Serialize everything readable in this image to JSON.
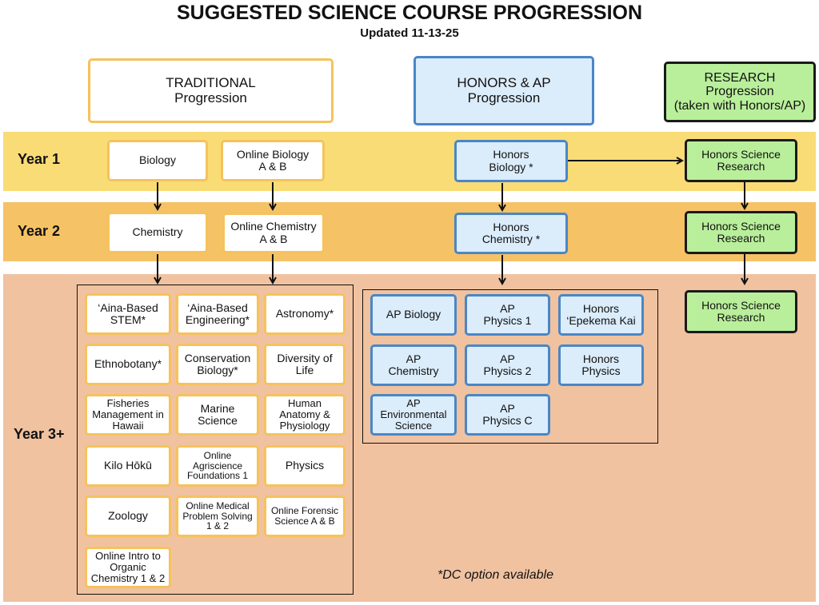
{
  "header": {
    "title": "SUGGESTED SCIENCE COURSE PROGRESSION",
    "subtitle": "Updated 11-13-25"
  },
  "columns": {
    "traditional": "TRADITIONAL\nProgression",
    "honors": "HONORS & AP\nProgression",
    "research": "RESEARCH\nProgression\n(taken with Honors/AP)"
  },
  "years": {
    "year1": "Year 1",
    "year2": "Year 2",
    "year3": "Year 3+"
  },
  "traditional": {
    "year1": [
      "Biology",
      "Online Biology\nA & B"
    ],
    "year2": [
      "Chemistry",
      "Online Chemistry\nA & B"
    ],
    "year3": [
      "‘Aina-Based\nSTEM*",
      "‘Aina-Based\nEngineering*",
      "Astronomy*",
      "Ethnobotany*",
      "Conservation\nBiology*",
      "Diversity of\nLife",
      "Fisheries\nManagement in\nHawaii",
      "Marine\nScience",
      "Human\nAnatomy &\nPhysiology",
      "Kilo Hōkū",
      "Online\nAgriscience\nFoundations 1",
      "Physics",
      "Zoology",
      "Online Medical\nProblem Solving\n1 & 2",
      "Online Forensic\nScience A & B",
      "Online Intro to\nOrganic\nChemistry 1 & 2"
    ]
  },
  "honors": {
    "year1": "Honors\nBiology *",
    "year2": "Honors\nChemistry *",
    "year3": [
      "AP Biology",
      "AP\nPhysics 1",
      "Honors\n‘Epekema Kai",
      "AP\nChemistry",
      "AP\nPhysics 2",
      "Honors\nPhysics",
      "AP\nEnvironmental\nScience",
      "AP\nPhysics C"
    ]
  },
  "research": {
    "year1": "Honors Science\nResearch",
    "year2": "Honors Science\nResearch",
    "year3": "Honors Science\nResearch"
  },
  "footnote": "*DC option available",
  "colors": {
    "year1_band": "#f9dc76",
    "year2_band": "#f5c265",
    "year3_band": "#f0c2a0",
    "traditional_border": "#f6c25c",
    "honors_fill": "#dbecfb",
    "honors_border": "#4a86c6",
    "research_fill": "#b9ef9b"
  }
}
